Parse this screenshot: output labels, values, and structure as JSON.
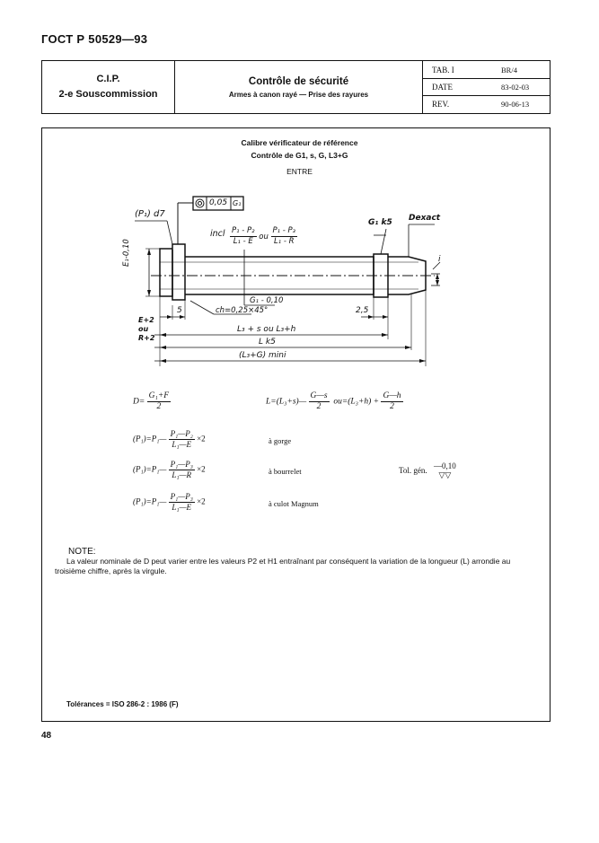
{
  "standard": "ГОСТ Р 50529—93",
  "header": {
    "org_line1": "C.I.P.",
    "org_line2": "2-e Souscommission",
    "title": "Contrôle de sécurité",
    "subtitle": "Armes à canon rayé — Prise des rayures",
    "rows": [
      {
        "key": "TAB. I",
        "value": "BR/4"
      },
      {
        "key": "DATE",
        "value": "83-02-03"
      },
      {
        "key": "REV.",
        "value": "90-06-13"
      }
    ]
  },
  "caption": {
    "line1": "Calibre vérificateur de référence",
    "line2": "Contrôle de G1, s, G, L3+G",
    "line3": "ENTRE"
  },
  "drawing": {
    "p1_d7": "(P₁) d7",
    "tol_value": "0,05",
    "tol_ref": "G₁",
    "incl": "incl",
    "incl_frac1_num": "P₁ - P₂",
    "incl_frac1_den": "L₁ - E",
    "ou": "ou",
    "incl_frac2_num": "P₁ - P₃",
    "incl_frac2_den": "L₁ - R",
    "g1k5": "G₁ k5",
    "dexact": "Dexact",
    "e1": "E₁-0,10",
    "g1_minus": "G₁ - 0,10",
    "chamfer": "ch=0,25×45°",
    "dim5": "5",
    "dim25": "2,5",
    "e2": "E+2",
    "ou2": "ou",
    "r2": "R+2",
    "l3": "L₃ + s  ou  L₃+h",
    "lk5": "L  k5",
    "l3g": "(L₃+G) mini",
    "i": "i"
  },
  "formulas": {
    "d_lhs": "D=",
    "d_num": "G₁+F",
    "d_den": "2",
    "l_lhs": "L=(L₃+s)—",
    "l_num1": "G—s",
    "l_den1": "2",
    "l_mid": "ou=(L₃+h) +",
    "l_num2": "G—h",
    "l_den2": "2",
    "rows": [
      {
        "lhs": "(P₁)=P₁—",
        "num": "P₁—P₂",
        "den": "L₁—E",
        "mul": "×2",
        "label": "à gorge"
      },
      {
        "lhs": "(P₁)=P₁—",
        "num": "P₁—P₃",
        "den": "L₁—R",
        "mul": "×2",
        "label": "à bourrelet"
      },
      {
        "lhs": "(P₁)=P₁—",
        "num": "P₁—P₃",
        "den": "L₁—E",
        "mul": "×2",
        "label": "à culot Magnum"
      }
    ],
    "tol_gen": "Tol. gén.",
    "tol_gen_value": "—0,10",
    "tol_gen_symbols": "▽▽"
  },
  "note": {
    "label": "NOTE:",
    "text": "La valeur nominale de D peut varier entre les valeurs P2 et H1 entraînant par conséquent la variation de la longueur (L) arrondie au troisième chiffre, après la virgule."
  },
  "tolerances": "Tolérances = ISO 286-2 : 1986 (F)",
  "page_number": "48"
}
